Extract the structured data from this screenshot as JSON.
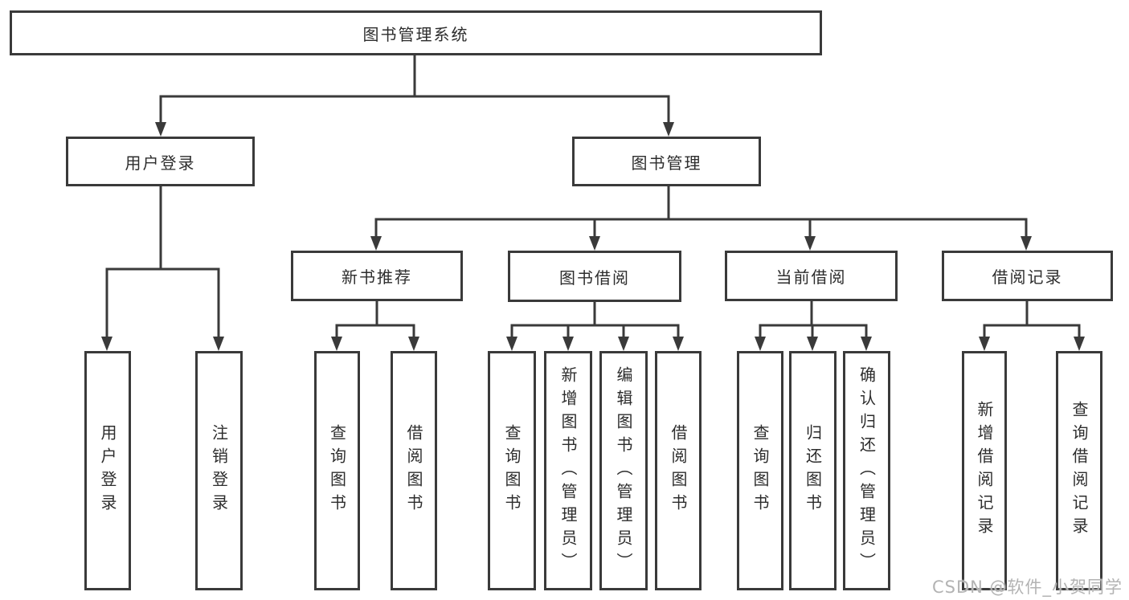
{
  "diagram": {
    "type": "hierarchy-diagram",
    "root": {
      "label": "图书管理系统"
    },
    "branches": [
      {
        "label": "用户登录",
        "children": [
          {
            "label": "用户登录"
          },
          {
            "label": "注销登录"
          }
        ]
      },
      {
        "label": "图书管理",
        "children": [
          {
            "label": "新书推荐",
            "children": [
              {
                "label": "查询图书"
              },
              {
                "label": "借阅图书"
              }
            ]
          },
          {
            "label": "图书借阅",
            "children": [
              {
                "label": "查询图书"
              },
              {
                "label": "新增图书（管理员）"
              },
              {
                "label": "编辑图书（管理员）"
              },
              {
                "label": "借阅图书"
              }
            ]
          },
          {
            "label": "当前借阅",
            "children": [
              {
                "label": "查询图书"
              },
              {
                "label": "归还图书"
              },
              {
                "label": "确认归还（管理员）"
              }
            ]
          },
          {
            "label": "借阅记录",
            "children": [
              {
                "label": "新增借阅记录"
              },
              {
                "label": "查询借阅记录"
              }
            ]
          }
        ]
      }
    ],
    "colors": {
      "line": "#3a3a3a",
      "text": "#2d2d2d",
      "box_background": "#ffffff",
      "watermark": "#b3b3b3"
    }
  },
  "watermark": {
    "text": "CSDN @软件_小贺同学"
  }
}
